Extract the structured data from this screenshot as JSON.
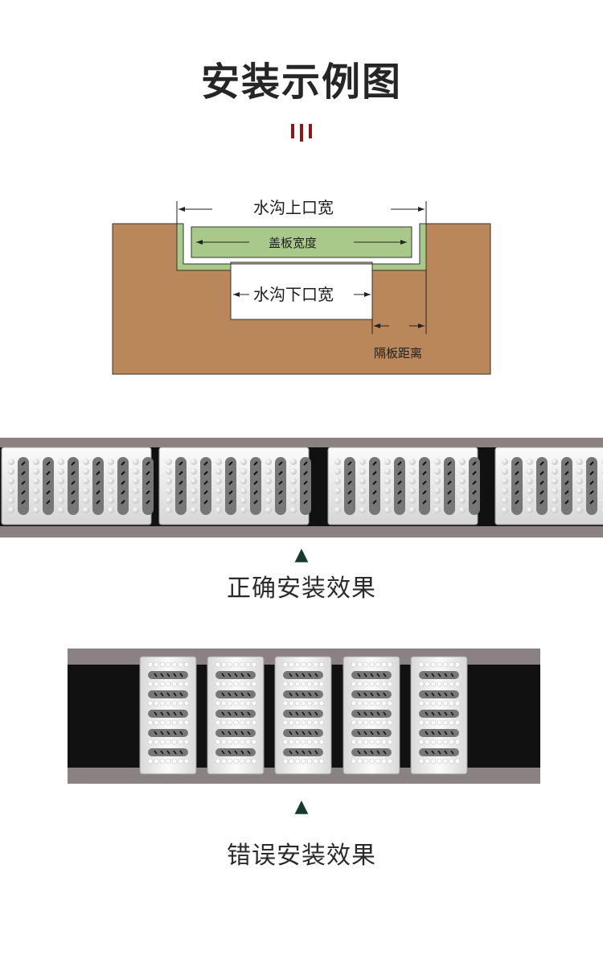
{
  "page": {
    "title": "安装示例图"
  },
  "diagram": {
    "top_width_label": "水沟上口宽",
    "cover_width_label": "盖板宽度",
    "bottom_width_label": "水沟下口宽",
    "spacing_label": "隔板距离",
    "colors": {
      "soil": "#b9875a",
      "cover": "#a9c98a",
      "cover_edge": "#6a8a50"
    }
  },
  "correct": {
    "marker": "▲",
    "caption": "正确安装效果"
  },
  "wrong": {
    "marker": "▲",
    "caption": "错误安装效果"
  },
  "colors": {
    "accent": "#8a1a1a",
    "marker": "#173a2e",
    "grate": "#e8e8e8",
    "frame": "#8a8282"
  }
}
